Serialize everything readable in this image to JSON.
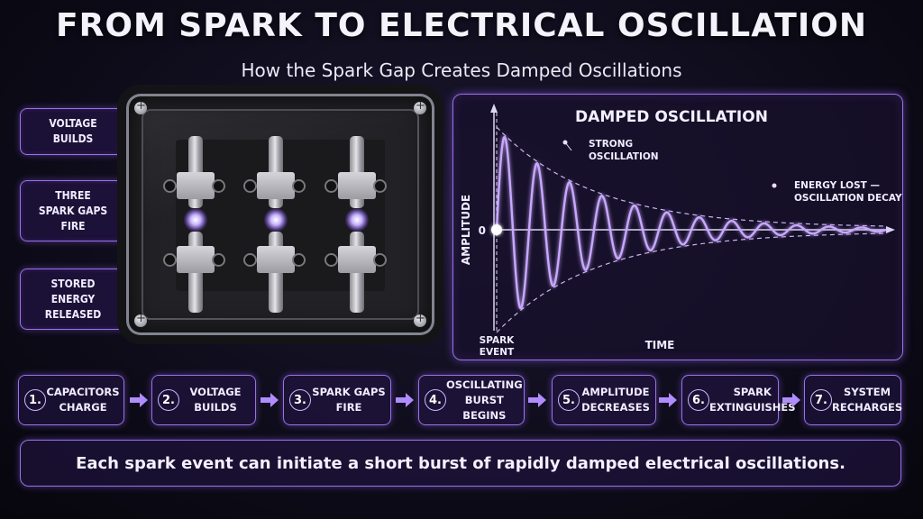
{
  "title": "FROM SPARK TO ELECTRICAL OSCILLATION",
  "subtitle": "How the Spark Gap Creates Damped Oscillations",
  "side_labels": [
    {
      "text": "VOLTAGE\nBUILDS"
    },
    {
      "text": "THREE\nSPARK GAPS\nFIRE"
    },
    {
      "text": "STORED\nENERGY\nRELEASED"
    }
  ],
  "graph": {
    "title": "DAMPED OSCILLATION",
    "ylabel": "AMPLITUDE",
    "xlabel": "TIME",
    "zero_label": "0",
    "spark_event_label": "SPARK\nEVENT",
    "annotation_strong": "STRONG\nOSCILLATION",
    "annotation_energy": "ENERGY LOST —\nOSCILLATION DECAYS"
  },
  "steps": [
    {
      "num": "1.",
      "label": "CAPACITORS\nCHARGE"
    },
    {
      "num": "2.",
      "label": "VOLTAGE\nBUILDS"
    },
    {
      "num": "3.",
      "label": "SPARK GAPS\nFIRE"
    },
    {
      "num": "4.",
      "label": "OSCILLATING\nBURST BEGINS"
    },
    {
      "num": "5.",
      "label": "AMPLITUDE\nDECREASES"
    },
    {
      "num": "6.",
      "label": "SPARK\nEXTINGUISHES"
    },
    {
      "num": "7.",
      "label": "SYSTEM\nRECHARGES"
    }
  ],
  "banner": "Each spark event can initiate a short burst of rapidly damped electrical oscillations.",
  "colors": {
    "accent": "#9a72e8",
    "glow": "#b28cff",
    "wave": "#c8a8ff"
  }
}
